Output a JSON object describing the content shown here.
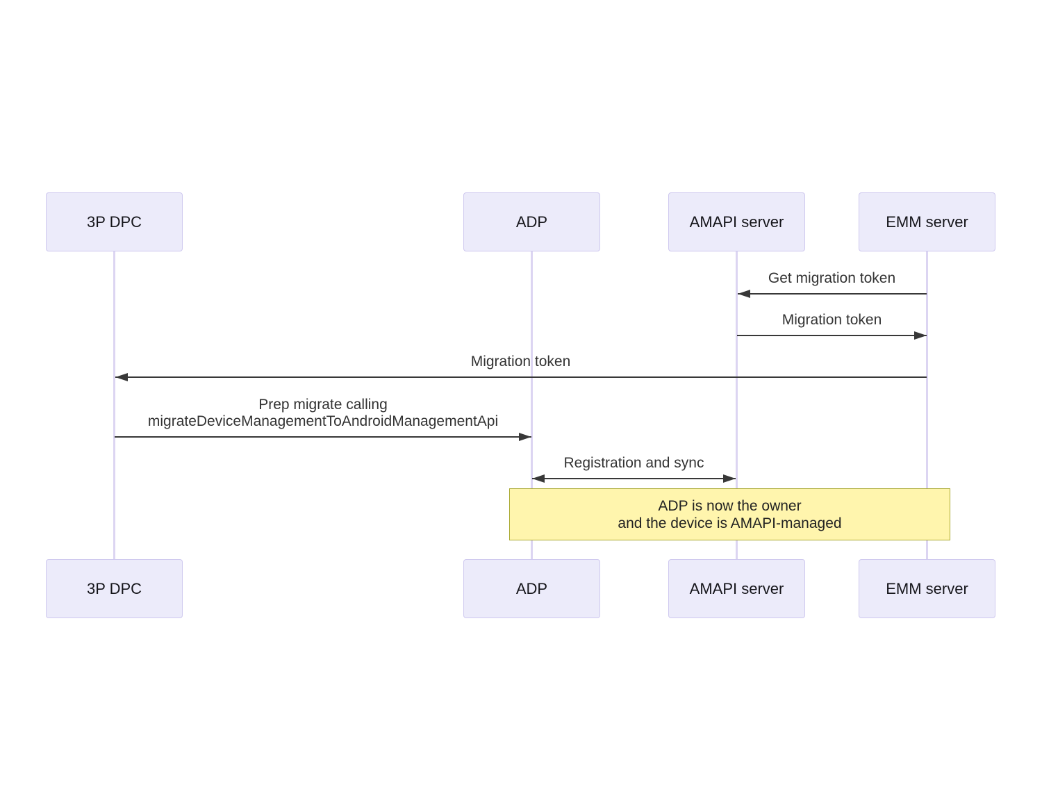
{
  "diagram": {
    "type": "sequence-diagram",
    "participants": [
      {
        "id": "3p-dpc",
        "label": "3P DPC"
      },
      {
        "id": "adp",
        "label": "ADP"
      },
      {
        "id": "amapi-server",
        "label": "AMAPI server"
      },
      {
        "id": "emm-server",
        "label": "EMM server"
      }
    ],
    "messages": [
      {
        "label": "Get migration token",
        "from": "EMM server",
        "to": "AMAPI server",
        "direction": "left"
      },
      {
        "label": "Migration token",
        "from": "AMAPI server",
        "to": "EMM server",
        "direction": "right"
      },
      {
        "label": "Migration token",
        "from": "EMM server",
        "to": "3P DPC",
        "direction": "left"
      },
      {
        "label_line1": "Prep migrate calling",
        "label_line2": "migrateDeviceManagementToAndroidManagementApi",
        "from": "3P DPC",
        "to": "ADP",
        "direction": "right"
      },
      {
        "label": "Registration and sync",
        "from": "ADP",
        "to": "AMAPI server",
        "direction": "both"
      }
    ],
    "note": {
      "line1": "ADP is now the owner",
      "line2": "and the device is AMAPI-managed"
    },
    "colors": {
      "participant_fill": "#ECEBFA",
      "participant_border": "#CFC9EF",
      "lifeline": "#DCD5F2",
      "message_line": "#383838",
      "message_text": "#333333",
      "note_fill": "#FFF5AD",
      "note_border": "#AAAA33",
      "background": "#FFFFFF"
    }
  }
}
